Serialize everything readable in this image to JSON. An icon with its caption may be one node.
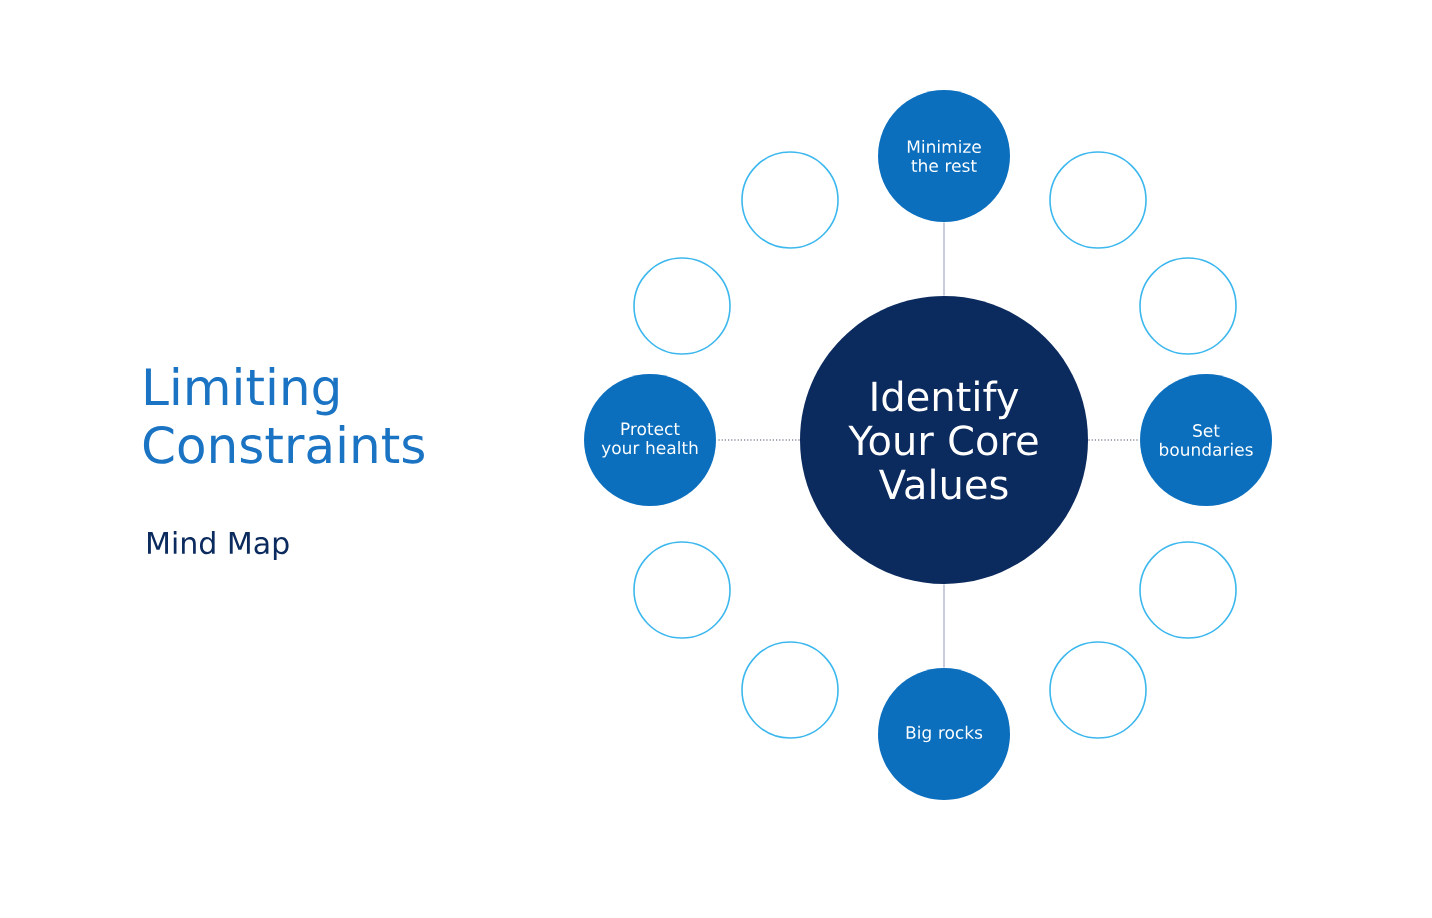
{
  "diagram": {
    "title": "Limiting Constraints",
    "nodes": [
      {
        "text": [
          "Minimize the rest"
        ]
      },
      {
        "text": [],
        "shape": "circle"
      },
      {
        "text": [],
        "shape": "circle"
      },
      {
        "text": [],
        "shape": "circle"
      },
      {
        "text": [],
        "shape": "circle"
      },
      {
        "text": [
          "Protect your health"
        ]
      },
      {
        "text": [
          "Identify Your Core Values"
        ]
      },
      {
        "text": [
          "Set boundaries"
        ]
      },
      {
        "text": [],
        "shape": "circle"
      },
      {
        "text": [],
        "shape": "circle"
      },
      {
        "text": [],
        "shape": "circle"
      },
      {
        "text": [],
        "shape": "circle"
      },
      {
        "text": [
          "Big rocks"
        ]
      }
    ],
    "edges": [
      {
        "from": 6,
        "to": 0,
        "arrow": "none",
        "color": "#a3abc4"
      },
      {
        "from": 6,
        "to": 5,
        "arrow": "none",
        "style": "dashed",
        "color": "#4a4f60"
      },
      {
        "from": 6,
        "to": 7,
        "arrow": "none",
        "style": "dashed",
        "color": "#4a4f60"
      },
      {
        "from": 6,
        "to": 12,
        "arrow": "none",
        "color": "#a3abc4"
      }
    ],
    "labels": [
      "Mind Map"
    ]
  }
}
